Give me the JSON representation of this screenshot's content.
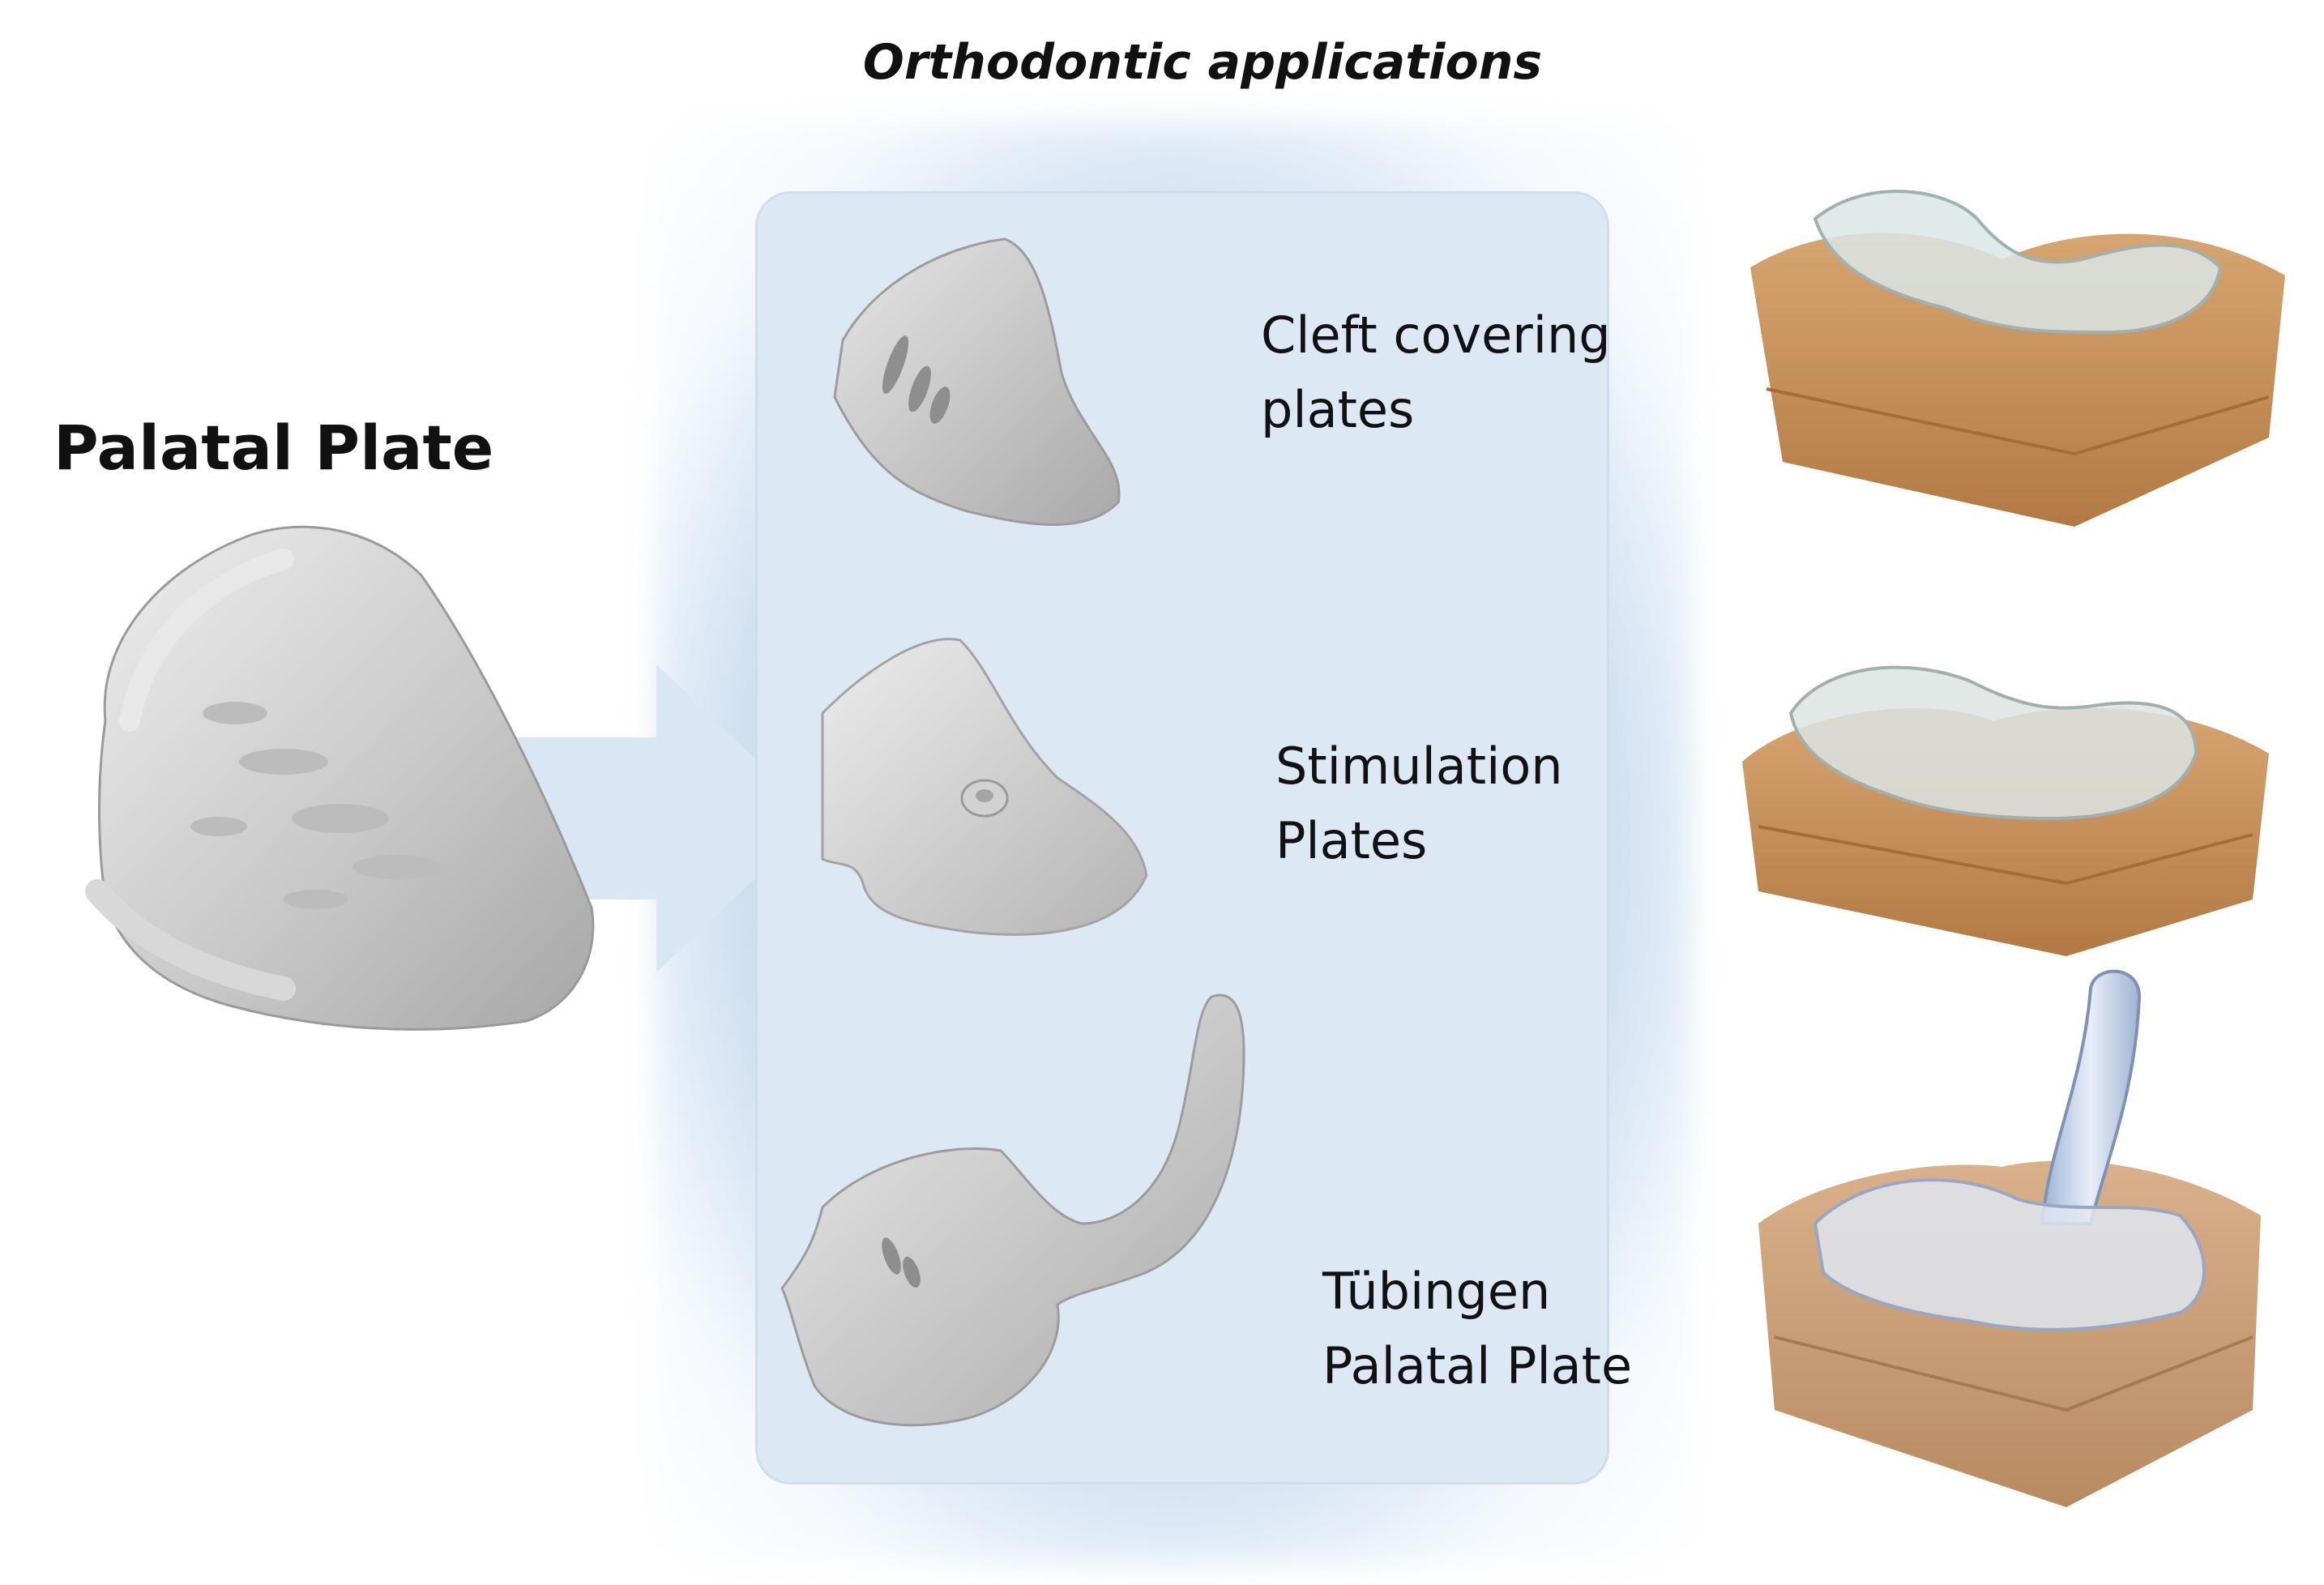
{
  "title": "Orthodontic applications",
  "source": {
    "label": "Palatal Plate"
  },
  "applications": [
    {
      "label_lines": [
        "Cleft covering",
        "plates"
      ]
    },
    {
      "label_lines": [
        "Stimulation",
        "Plates"
      ]
    },
    {
      "label_lines": [
        "Tübingen",
        "Palatal Plate"
      ]
    }
  ],
  "colors": {
    "panel": "#dde8f5",
    "arrow": "#d9e6f3",
    "plate_model": "#cfcfcf",
    "dental_cast": "#c8945e",
    "clear_appliance": "#d6e2e8"
  }
}
